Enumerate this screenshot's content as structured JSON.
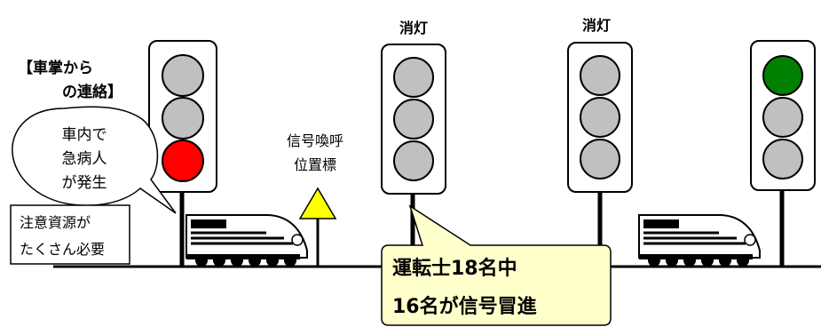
{
  "conductor_label": {
    "line1": "【車掌から",
    "line2": "の連絡】"
  },
  "speech_bubble": {
    "line1": "車内で",
    "line2": "急病人",
    "line3": "が発生"
  },
  "attention_box": {
    "line1": "注意資源が",
    "line2": "たくさん必要"
  },
  "sign_label": {
    "line1": "信号喚呼",
    "line2": "位置標"
  },
  "signal_2_label": "消灯",
  "signal_3_label": "消灯",
  "callout": {
    "line1": "運転士18名中",
    "line2": "16名が信号冒進"
  },
  "signals": [
    {
      "lamps": [
        "off",
        "off",
        "red"
      ]
    },
    {
      "lamps": [
        "off",
        "off",
        "off"
      ]
    },
    {
      "lamps": [
        "off",
        "off",
        "off"
      ]
    },
    {
      "lamps": [
        "green",
        "off",
        "off"
      ]
    }
  ],
  "colors": {
    "lamp_off": "#c0c0c0",
    "lamp_red": "#ff0000",
    "lamp_green": "#008000",
    "sign_fill": "#ffff00",
    "callout_fill": "#ffffcc",
    "ink": "#000000"
  }
}
